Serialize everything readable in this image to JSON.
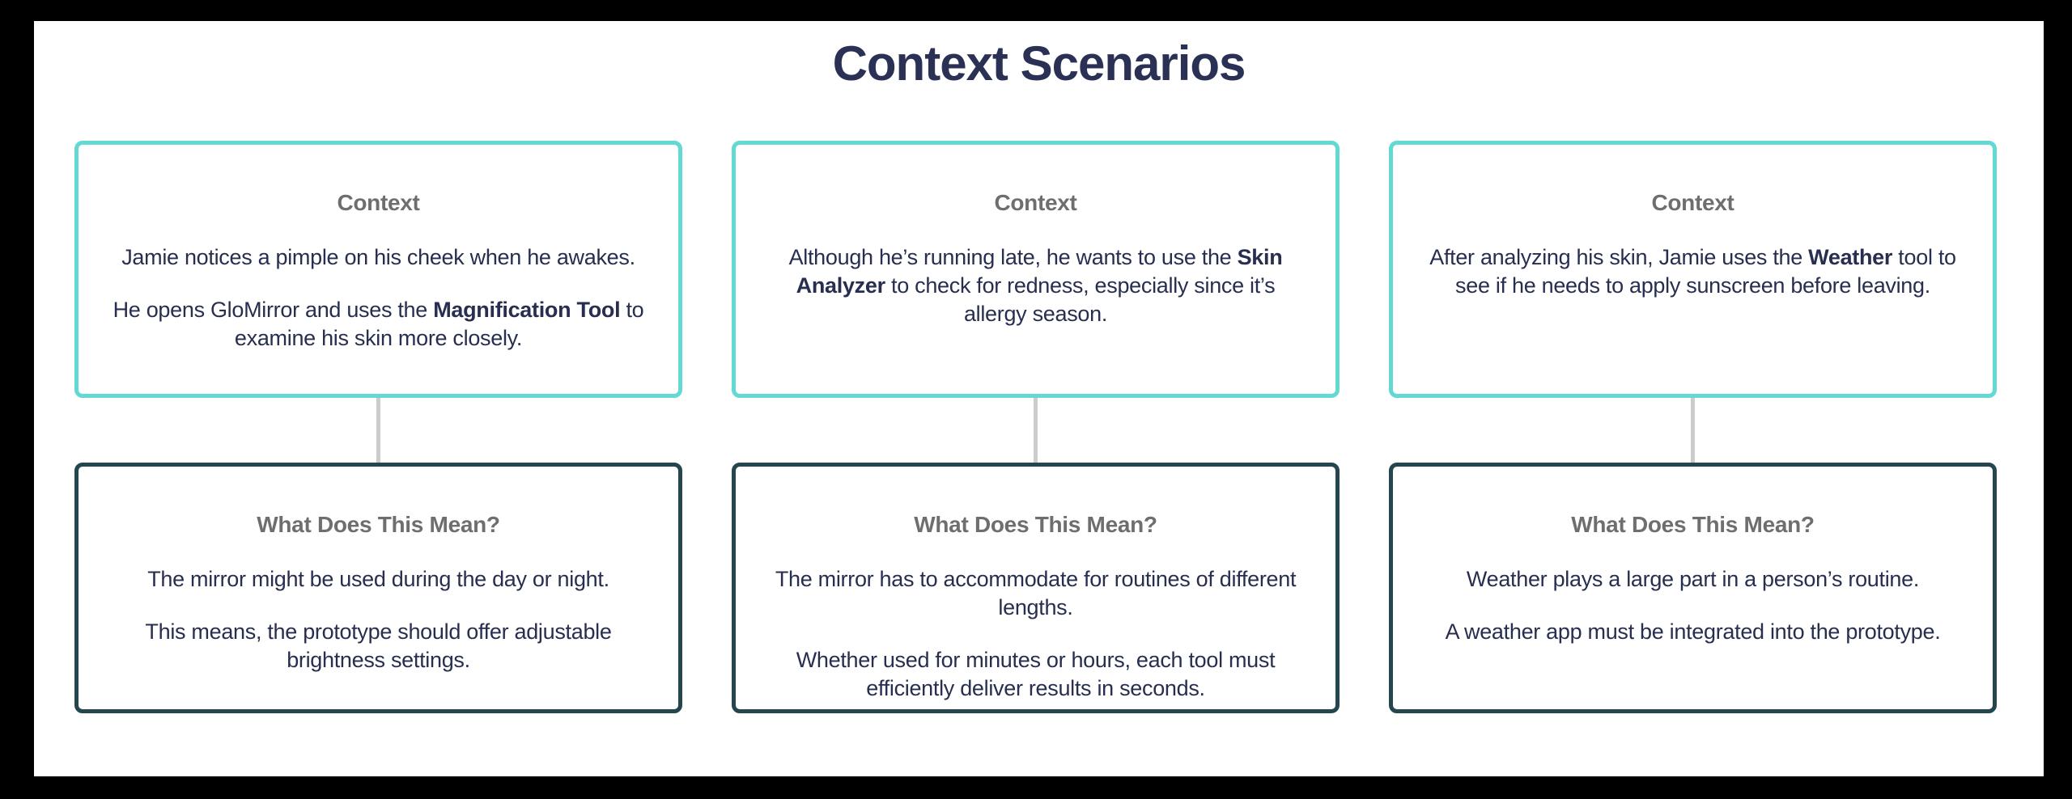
{
  "page": {
    "title": "Context Scenarios"
  },
  "colors": {
    "frame": "#000000",
    "canvas": "#ffffff",
    "title_text": "#2b3154",
    "body_text": "#272e4f",
    "heading_text": "#6e6e6e",
    "context_border": "#62d9d3",
    "meaning_border": "#25464f",
    "connector": "#cccccc"
  },
  "columns": [
    {
      "context": {
        "heading": "Context",
        "paragraphs": [
          [
            {
              "t": "Jamie notices a pimple on his cheek when he awakes."
            }
          ],
          [
            {
              "t": "He opens GloMirror and uses the "
            },
            {
              "t": "Magnification Tool",
              "b": true
            },
            {
              "t": " to examine his skin more closely."
            }
          ]
        ]
      },
      "meaning": {
        "heading": "What Does This Mean?",
        "paragraphs": [
          [
            {
              "t": "The mirror might be used during the day or night."
            }
          ],
          [
            {
              "t": "This means, the  prototype should offer adjustable brightness settings."
            }
          ]
        ]
      }
    },
    {
      "context": {
        "heading": "Context",
        "paragraphs": [
          [
            {
              "t": "Although he’s running late, he wants to use the "
            },
            {
              "t": "Skin Analyzer",
              "b": true
            },
            {
              "t": " to check for redness, especially since it’s allergy season."
            }
          ]
        ]
      },
      "meaning": {
        "heading": "What Does This Mean?",
        "paragraphs": [
          [
            {
              "t": "The mirror has to accommodate for routines of different lengths."
            }
          ],
          [
            {
              "t": "Whether used for minutes or hours, each tool must efficiently deliver results in seconds."
            }
          ]
        ]
      }
    },
    {
      "context": {
        "heading": "Context",
        "paragraphs": [
          [
            {
              "t": "After analyzing his skin, Jamie uses the "
            },
            {
              "t": "Weather",
              "b": true
            },
            {
              "t": " tool to see if he needs to apply sunscreen before leaving."
            }
          ]
        ]
      },
      "meaning": {
        "heading": "What Does This Mean?",
        "paragraphs": [
          [
            {
              "t": "Weather plays a large part in a person’s routine."
            }
          ],
          [
            {
              "t": "A weather app must be integrated into the prototype."
            }
          ]
        ]
      }
    }
  ]
}
